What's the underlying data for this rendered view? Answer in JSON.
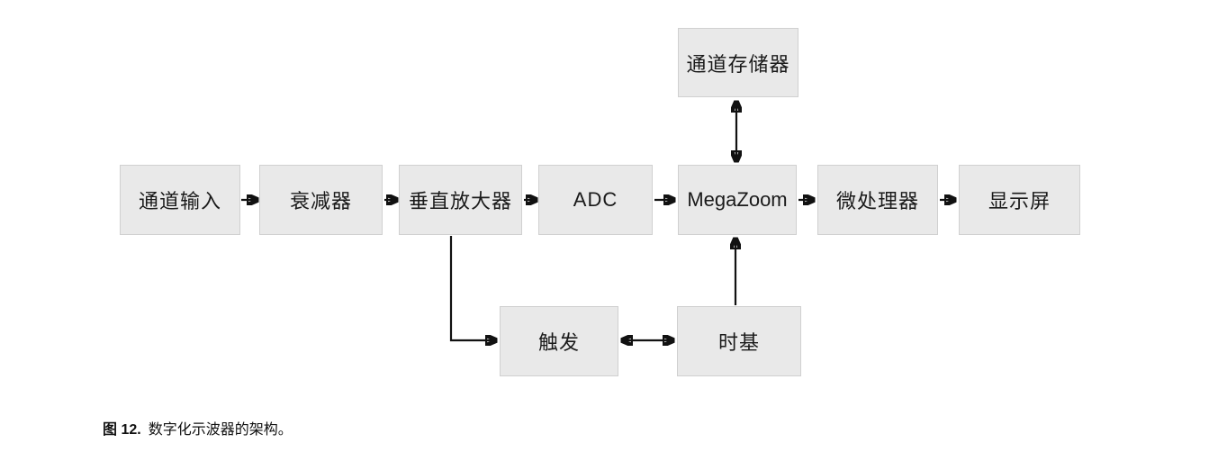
{
  "figure": {
    "caption_prefix": "图 12.",
    "caption_text": "数字化示波器的架构。"
  },
  "diagram": {
    "type": "block-diagram",
    "subject": "数字化示波器的架构",
    "nodes": [
      {
        "id": "channel-input",
        "label": "通道输入"
      },
      {
        "id": "attenuator",
        "label": "衰减器"
      },
      {
        "id": "vertical-amplifier",
        "label": "垂直放大器"
      },
      {
        "id": "adc",
        "label": "ADC"
      },
      {
        "id": "megazoom",
        "label": "MegaZoom"
      },
      {
        "id": "microprocessor",
        "label": "微处理器"
      },
      {
        "id": "display",
        "label": "显示屏"
      },
      {
        "id": "channel-memory",
        "label": "通道存储器"
      },
      {
        "id": "trigger",
        "label": "触发"
      },
      {
        "id": "timebase",
        "label": "时基"
      }
    ],
    "edges": [
      {
        "from": "channel-input",
        "to": "attenuator",
        "direction": "one-way"
      },
      {
        "from": "attenuator",
        "to": "vertical-amplifier",
        "direction": "one-way"
      },
      {
        "from": "vertical-amplifier",
        "to": "adc",
        "direction": "one-way"
      },
      {
        "from": "adc",
        "to": "megazoom",
        "direction": "one-way"
      },
      {
        "from": "megazoom",
        "to": "microprocessor",
        "direction": "one-way"
      },
      {
        "from": "microprocessor",
        "to": "display",
        "direction": "one-way"
      },
      {
        "from": "channel-memory",
        "to": "megazoom",
        "direction": "two-way"
      },
      {
        "from": "vertical-amplifier",
        "to": "trigger",
        "direction": "one-way"
      },
      {
        "from": "trigger",
        "to": "timebase",
        "direction": "two-way"
      },
      {
        "from": "timebase",
        "to": "megazoom",
        "direction": "one-way"
      }
    ]
  },
  "colors": {
    "background": "#ffffff",
    "node_fill": "#e9e9e9",
    "node_border": "#d0d0d0",
    "arrow": "#111111",
    "text": "#1a1a1a"
  }
}
